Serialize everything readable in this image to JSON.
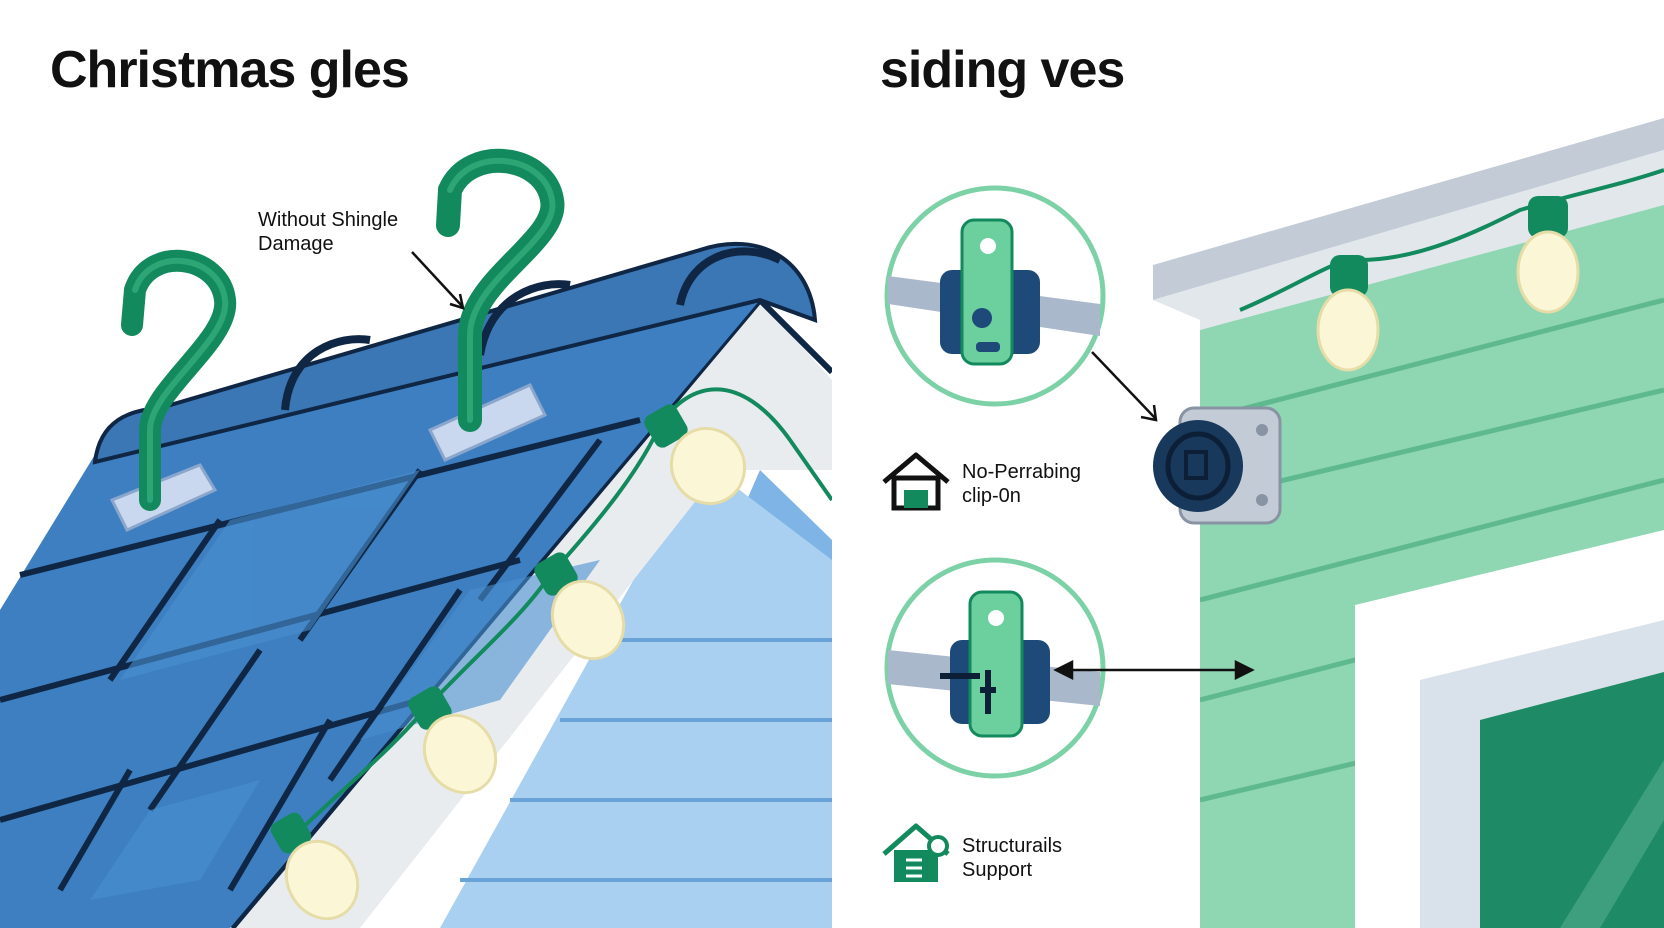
{
  "left_panel": {
    "title": "Christmas gles",
    "callout": {
      "line1": "Without Shingle",
      "line2": "Damage"
    }
  },
  "right_panel": {
    "title": "siding ves",
    "features": [
      {
        "line1": "No-Perrabing",
        "line2": "clip-0n",
        "icon": "house-garage-icon"
      },
      {
        "line1": "Structurails",
        "line2": "Support",
        "icon": "house-support-icon"
      }
    ]
  },
  "colors": {
    "roof_blue": "#3d7fc1",
    "roof_dark": "#0f2744",
    "hook_green": "#138a5e",
    "clip_green": "#6ccf9e",
    "siding_green": "#8fd6b2",
    "bulb_cream": "#fbf6d6",
    "sky_blue": "#a9d0f0"
  }
}
